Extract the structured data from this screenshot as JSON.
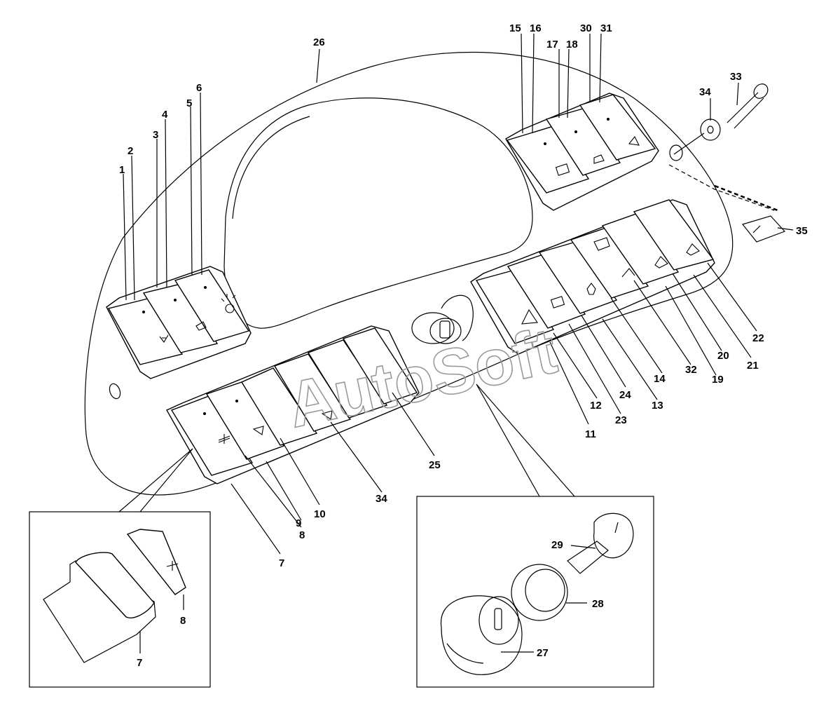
{
  "watermark": "AutoSoft",
  "labels": {
    "l1": "1",
    "l2": "2",
    "l3": "3",
    "l4": "4",
    "l5": "5",
    "l6": "6",
    "l7": "7",
    "l7b": "7",
    "l8": "8",
    "l8b": "8",
    "l9": "9",
    "l10": "10",
    "l11": "11",
    "l12": "12",
    "l13": "13",
    "l14": "14",
    "l15": "15",
    "l16": "16",
    "l17": "17",
    "l18": "18",
    "l19": "19",
    "l20": "20",
    "l21": "21",
    "l22": "22",
    "l23": "23",
    "l24": "24",
    "l25": "25",
    "l26": "26",
    "l27": "27",
    "l28": "28",
    "l29": "29",
    "l30": "30",
    "l31": "31",
    "l32": "32",
    "l33": "33",
    "l34": "34",
    "l34b": "34",
    "l35": "35"
  }
}
